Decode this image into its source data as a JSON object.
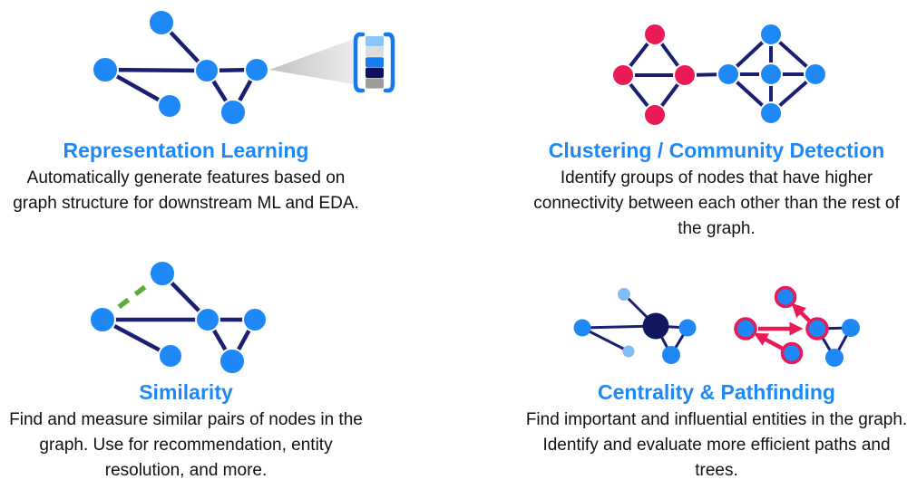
{
  "panels": [
    {
      "id": "representation-learning",
      "title": "Representation Learning",
      "description": "Automatically generate features based on graph structure for downstream ML and EDA.",
      "graphic": "graph-projecting-to-feature-vector-icon"
    },
    {
      "id": "clustering-community-detection",
      "title": "Clustering / Community Detection",
      "description": "Identify groups of nodes that have higher connectivity between each other than the rest of the graph.",
      "graphic": "two-communities-graph-icon"
    },
    {
      "id": "similarity",
      "title": "Similarity",
      "description": "Find and measure similar pairs of nodes in the graph. Use for recommendation, entity resolution, and more.",
      "graphic": "graph-with-dashed-similarity-edge-icon"
    },
    {
      "id": "centrality-pathfinding",
      "title": "Centrality & Pathfinding",
      "description": "Find important and influential entities in the graph. Identify and evaluate more efficient paths and trees.",
      "graphic": "central-node-graph-and-path-arrows-icon"
    }
  ],
  "colors": {
    "heading_blue": "#1E88F7",
    "node_blue": "#1E88F7",
    "node_light_blue": "#82BCF4",
    "node_dark_navy": "#11175C",
    "edge_navy": "#1A1F71",
    "community_red": "#E91A56",
    "similarity_green": "#5BAD3A",
    "bracket_blue": "#1779E8",
    "body_text": "#111111",
    "feature_vector_bars": [
      "#8AC4F8",
      "#DCDCDC",
      "#157EF3",
      "#0D1060",
      "#9C9C9C"
    ]
  }
}
